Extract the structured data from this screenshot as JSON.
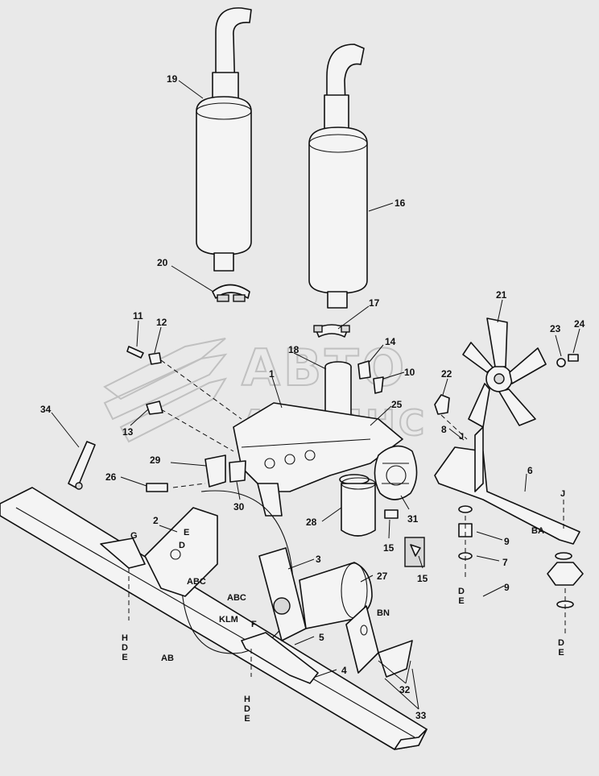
{
  "watermark": {
    "line1": "АВТО",
    "line2": "АЛЬЯНС"
  },
  "part_numbers": [
    "19",
    "16",
    "20",
    "17",
    "18",
    "14",
    "10",
    "11",
    "12",
    "13",
    "1",
    "25",
    "22",
    "21",
    "23",
    "24",
    "8",
    "6",
    "34",
    "29",
    "30",
    "26",
    "28",
    "31",
    "15",
    "15",
    "9",
    "7",
    "9",
    "2",
    "3",
    "27",
    "4",
    "5",
    "32",
    "33"
  ],
  "letter_codes": [
    "G",
    "E",
    "D",
    "ABC",
    "ABC",
    "KLM",
    "F",
    "AB",
    "J",
    "J",
    "BA",
    "BN",
    "HDE",
    "HDE",
    "DE",
    "DE"
  ],
  "colors": {
    "line": "#111111",
    "paper": "#e9e9e9",
    "watermark": "#bcbcbc"
  }
}
